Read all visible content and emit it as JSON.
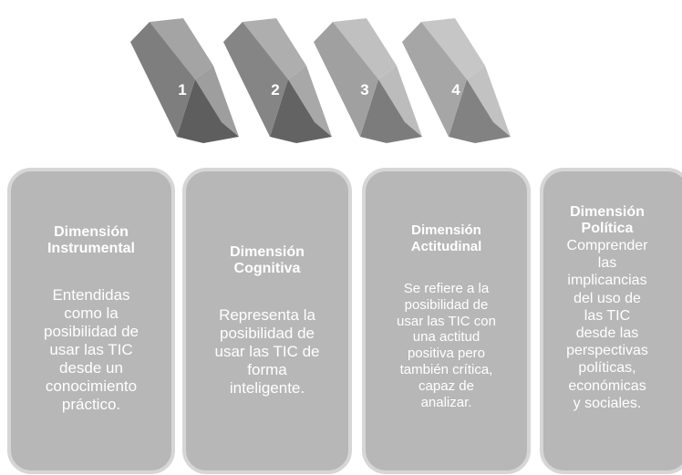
{
  "blocks": [
    {
      "label": "1",
      "colors": {
        "front": "#7e7e7e",
        "side": "#9e9e9e",
        "top": "#a4a4a4",
        "bottom": "#5e5e5e"
      }
    },
    {
      "label": "2",
      "colors": {
        "front": "#858585",
        "side": "#a8a8a8",
        "top": "#aeaeae",
        "bottom": "#636363"
      }
    },
    {
      "label": "3",
      "colors": {
        "front": "#a0a0a0",
        "side": "#bcbcbc",
        "top": "#c0c0c0",
        "bottom": "#7c7c7c"
      }
    },
    {
      "label": "4",
      "colors": {
        "front": "#a6a6a6",
        "side": "#c2c2c2",
        "top": "#c6c6c6",
        "bottom": "#828282"
      }
    }
  ],
  "cards": [
    {
      "title_lines": [
        "Dimensión",
        "Instrumental"
      ],
      "body_lines": [
        "Entendidas",
        "como la",
        "posibilidad de",
        "usar las TIC",
        "desde un",
        "conocimiento",
        "práctico."
      ]
    },
    {
      "title_lines": [
        "Dimensión",
        "Cognitiva"
      ],
      "body_lines": [
        "Representa  la",
        "posibilidad de",
        "usar las TIC de",
        "forma",
        "inteligente."
      ]
    },
    {
      "title_lines": [
        "Dimensión",
        "Actitudinal"
      ],
      "body_lines": [
        "Se refiere a la",
        "posibilidad de",
        "usar las TIC con",
        "una actitud",
        "positiva pero",
        "también crítica,",
        "capaz de",
        "analizar."
      ]
    },
    {
      "title_lines": [
        "Dimensión",
        "Política"
      ],
      "body_lines": [
        "Comprender",
        "las",
        "implicancias",
        "del uso de",
        "las TIC",
        "desde las",
        "perspectivas",
        "políticas,",
        "económicas",
        "y sociales."
      ]
    }
  ],
  "colors": {
    "card_fill": "#b7b7b7",
    "card_border": "#d6d6d6",
    "card_text": "#ffffff"
  }
}
